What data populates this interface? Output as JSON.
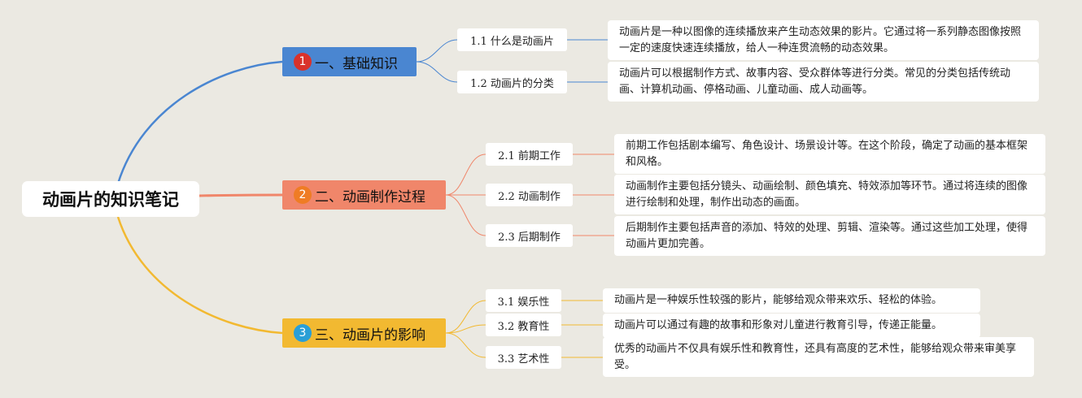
{
  "root": {
    "label": "动画片的知识笔记"
  },
  "branches": [
    {
      "number": "1",
      "label": "一、基础知识",
      "color": "#4a86d1",
      "badge_color": "#d9322b",
      "items": [
        {
          "label": "1.1 什么是动画片",
          "note": "动画片是一种以图像的连续播放来产生动态效果的影片。它通过将一系列静态图像按照一定的速度快速连续播放，给人一种连贯流畅的动态效果。"
        },
        {
          "label": "1.2 动画片的分类",
          "note": "动画片可以根据制作方式、故事内容、受众群体等进行分类。常见的分类包括传统动画、计算机动画、停格动画、儿童动画、成人动画等。"
        }
      ]
    },
    {
      "number": "2",
      "label": "二、动画制作过程",
      "color": "#f0866a",
      "badge_color": "#ef7c24",
      "items": [
        {
          "label": "2.1 前期工作",
          "note": "前期工作包括剧本编写、角色设计、场景设计等。在这个阶段，确定了动画的基本框架和风格。"
        },
        {
          "label": "2.2 动画制作",
          "note": "动画制作主要包括分镜头、动画绘制、颜色填充、特效添加等环节。通过将连续的图像进行绘制和处理，制作出动态的画面。"
        },
        {
          "label": "2.3 后期制作",
          "note": "后期制作主要包括声音的添加、特效的处理、剪辑、渲染等。通过这些加工处理，使得动画片更加完善。"
        }
      ]
    },
    {
      "number": "3",
      "label": "三、动画片的影响",
      "color": "#f2b931",
      "badge_color": "#2a9fd6",
      "items": [
        {
          "label": "3.1 娱乐性",
          "note": "动画片是一种娱乐性较强的影片，能够给观众带来欢乐、轻松的体验。"
        },
        {
          "label": "3.2 教育性",
          "note": "动画片可以通过有趣的故事和形象对儿童进行教育引导，传递正能量。"
        },
        {
          "label": "3.3 艺术性",
          "note": "优秀的动画片不仅具有娱乐性和教育性，还具有高度的艺术性，能够给观众带来审美享受。"
        }
      ]
    }
  ]
}
